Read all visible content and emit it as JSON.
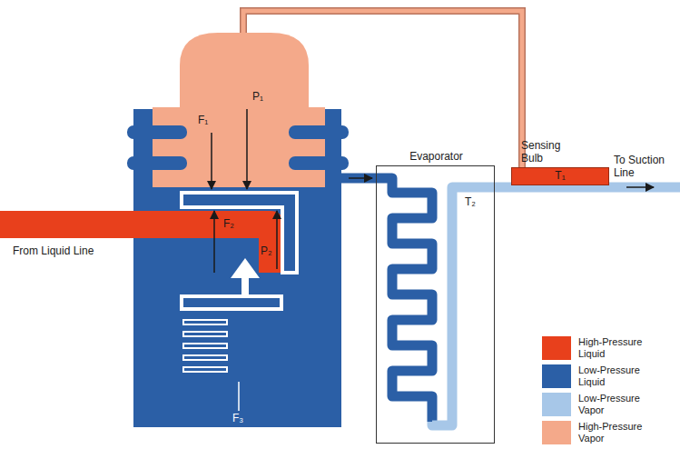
{
  "diagram": {
    "nodes": [
      {
        "text": [
          "Evaporator"
        ]
      },
      {
        "text": [
          "Sensing Bulb",
          "T₁"
        ]
      }
    ],
    "labels": [
      "F₁",
      "P₁",
      "F₂",
      "P₂",
      "F₃",
      "From Liquid Line",
      "T₂",
      "To Suction Line"
    ],
    "legend": [
      {
        "text": "High-Pressure Liquid",
        "color": "#e8401c"
      },
      {
        "text": "Low-Pressure Liquid",
        "color": "#2b5fa6"
      },
      {
        "text": "Low-Pressure Vapor",
        "color": "#a7c7e8"
      },
      {
        "text": "High-Pressure Vapor",
        "color": "#f4a98a"
      }
    ]
  }
}
